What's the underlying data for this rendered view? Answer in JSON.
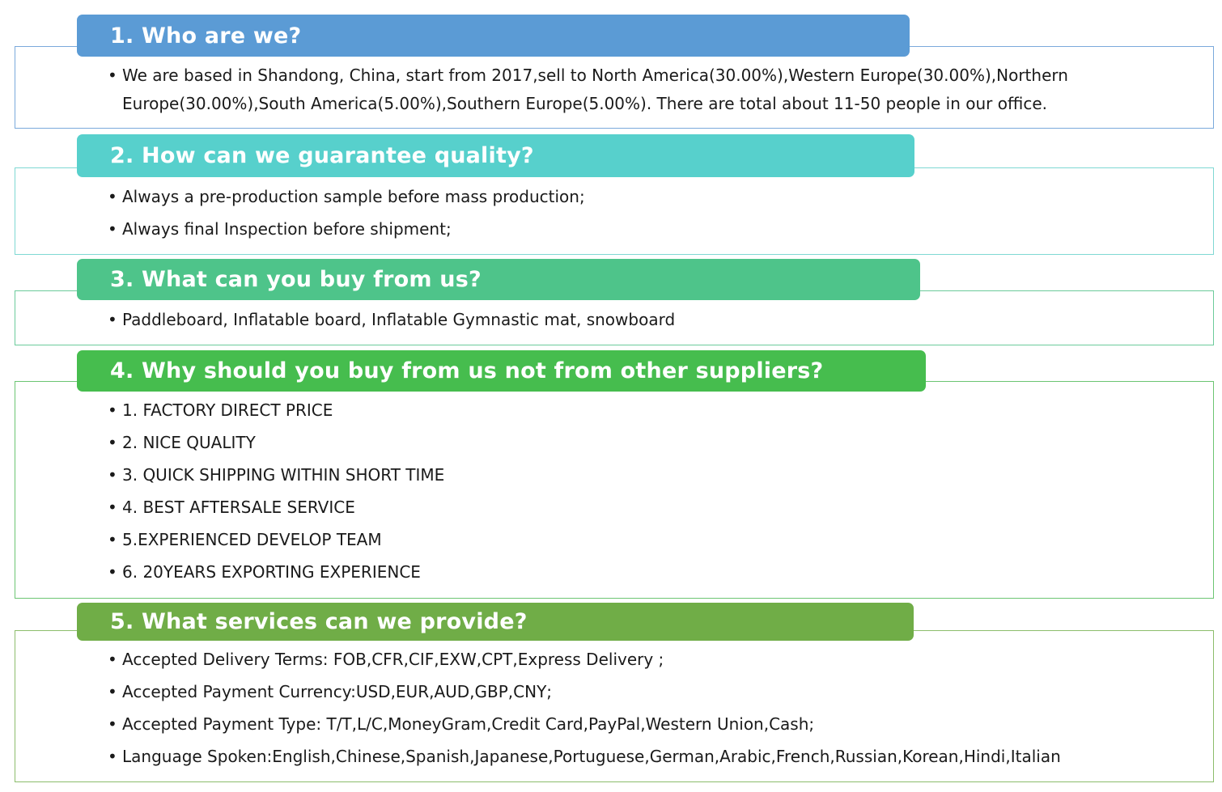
{
  "sections": [
    {
      "header": "1. Who are we?",
      "color": "#5b9bd5",
      "border": "#7aa9db",
      "items": [
        "We are based in Shandong, China, start from 2017,sell to North America(30.00%),Western Europe(30.00%),Northern Europe(30.00%),South America(5.00%),Southern Europe(5.00%). There are total about 11-50 people in our office."
      ]
    },
    {
      "header": "2. How can we guarantee quality?",
      "color": "#57d0cc",
      "border": "#7fd8d3",
      "items": [
        "Always a pre-production sample before mass production;",
        "Always final Inspection before shipment;"
      ]
    },
    {
      "header": "3. What can you buy from us?",
      "color": "#4ec48a",
      "border": "#6ccb9b",
      "items": [
        "Paddleboard, Inflatable board, Inflatable Gymnastic mat, snowboard"
      ]
    },
    {
      "header": "4. Why should you buy from us not from other suppliers?",
      "color": "#46bd4e",
      "border": "#6cc572",
      "items": [
        "1. FACTORY DIRECT PRICE",
        "2. NICE QUALITY",
        "3. QUICK SHIPPING WITHIN SHORT TIME",
        "4. BEST AFTERSALE SERVICE",
        "5.EXPERIENCED DEVELOP TEAM",
        "6. 20YEARS EXPORTING EXPERIENCE"
      ]
    },
    {
      "header": "5. What services can we provide?",
      "color": "#70ad47",
      "border": "#8cbd6b",
      "items": [
        "Accepted Delivery Terms: FOB,CFR,CIF,EXW,CPT,Express Delivery ;",
        "Accepted Payment Currency:USD,EUR,AUD,GBP,CNY;",
        "Accepted Payment Type: T/T,L/C,MoneyGram,Credit Card,PayPal,Western Union,Cash;",
        "Language Spoken:English,Chinese,Spanish,Japanese,Portuguese,German,Arabic,French,Russian,Korean,Hindi,Italian"
      ]
    }
  ],
  "bullet_char": "•"
}
